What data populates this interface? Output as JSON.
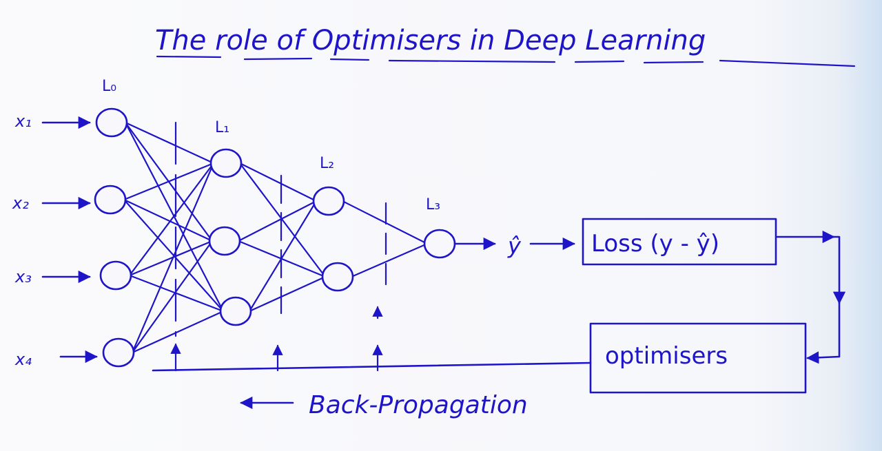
{
  "title": "The role of Optimisers in Deep Learning",
  "inputs": [
    "x₁",
    "x₂",
    "x₃",
    "x₄"
  ],
  "layers": [
    "L₀",
    "L₁",
    "L₂",
    "L₃"
  ],
  "output_label": "ŷ",
  "loss_box": "Loss (y - ŷ)",
  "optimiser_box": "optimisers",
  "backprop_label": "Back-Propagation",
  "ink_color": "#1e14c8"
}
